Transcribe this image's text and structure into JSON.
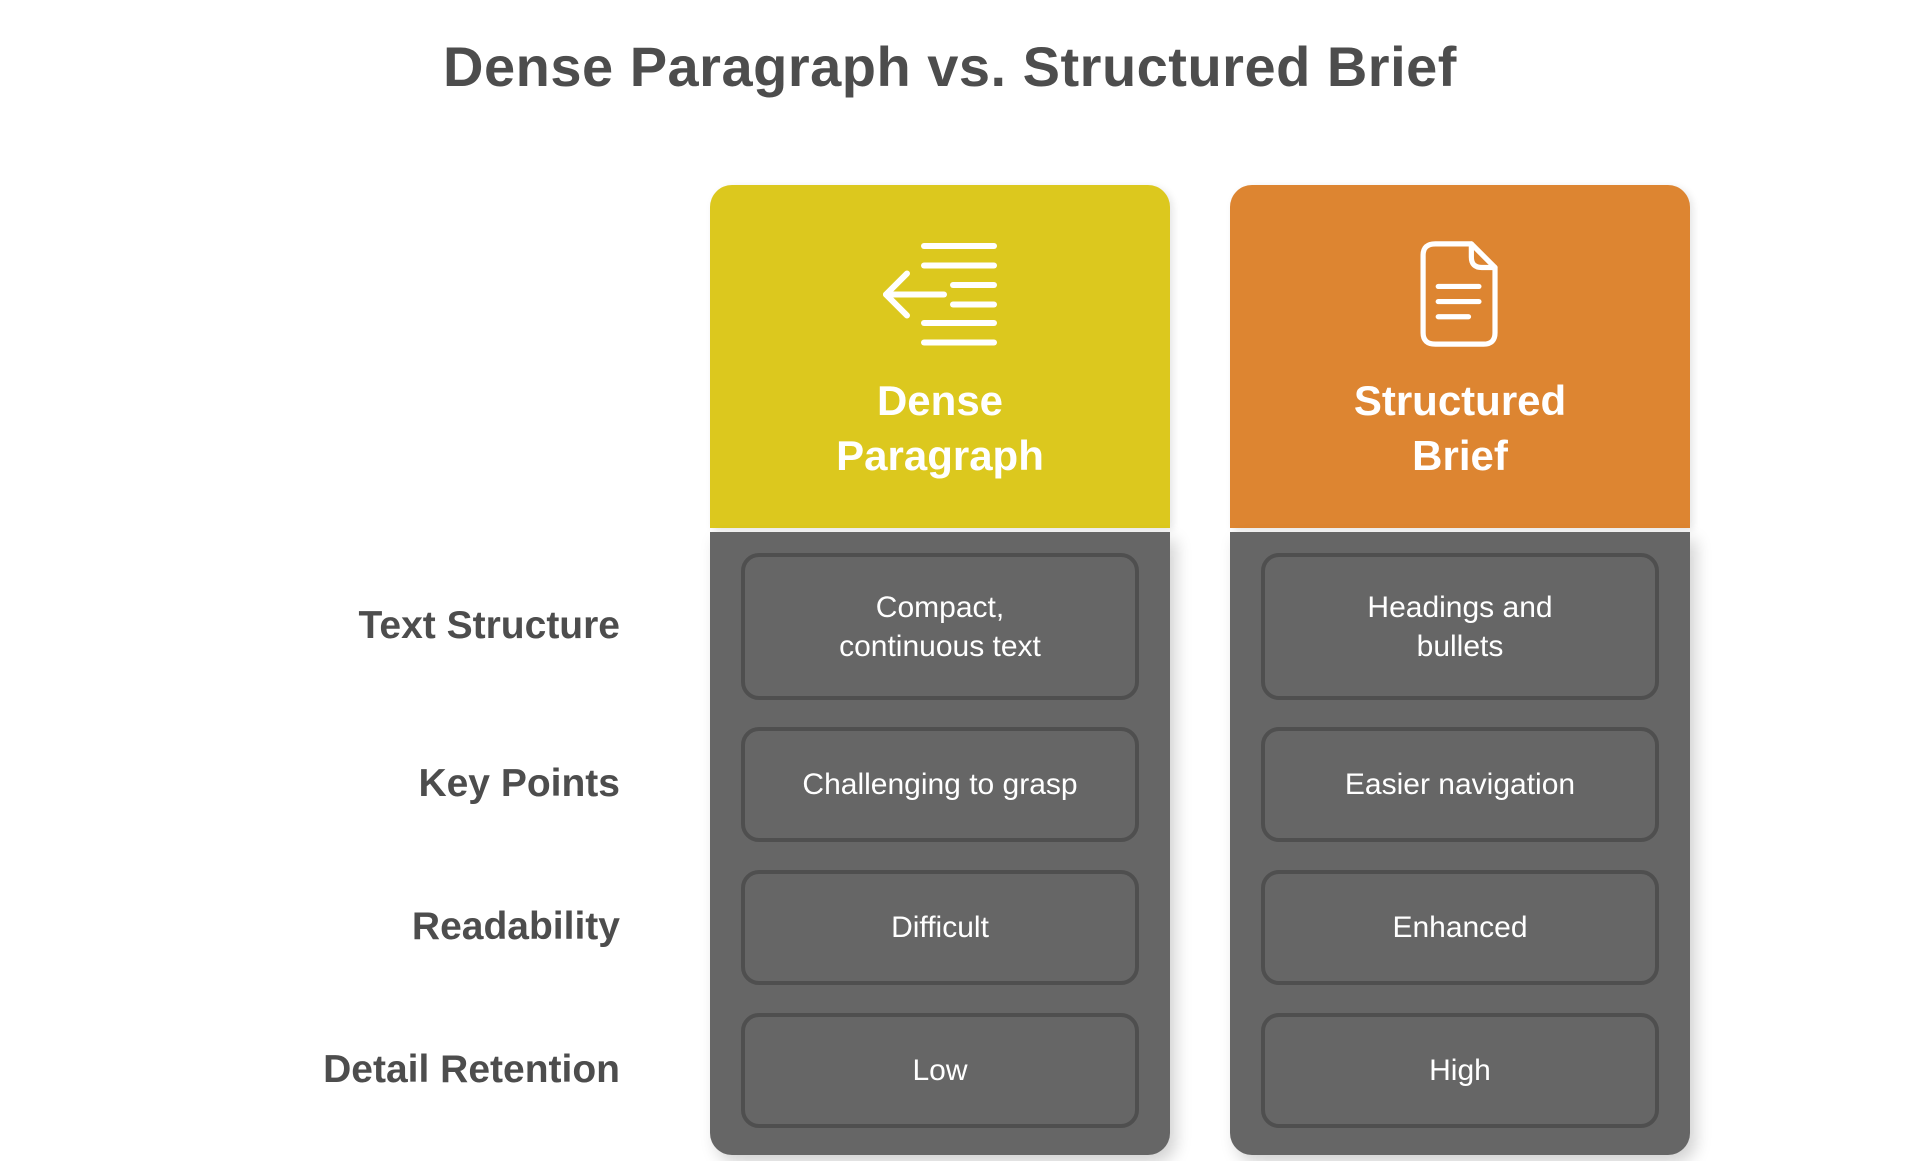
{
  "title": "Dense Paragraph vs. Structured Brief",
  "colors": {
    "dense_header": "#dcc81e",
    "structured_header": "#dd8531",
    "column_body": "#666666",
    "cell_border": "#4f4f4f",
    "heading_text": "#4d4d4d",
    "cell_text": "#ffffff"
  },
  "columns": [
    {
      "label": "Dense Paragraph",
      "icon": "outdent-text-icon"
    },
    {
      "label": "Structured Brief",
      "icon": "document-icon"
    }
  ],
  "rows": [
    {
      "label": "Text Structure",
      "dense": "Compact, continuous text",
      "structured": "Headings and bullets"
    },
    {
      "label": "Key Points",
      "dense": "Challenging to grasp",
      "structured": "Easier navigation"
    },
    {
      "label": "Readability",
      "dense": "Difficult",
      "structured": "Enhanced"
    },
    {
      "label": "Detail Retention",
      "dense": "Low",
      "structured": "High"
    }
  ]
}
